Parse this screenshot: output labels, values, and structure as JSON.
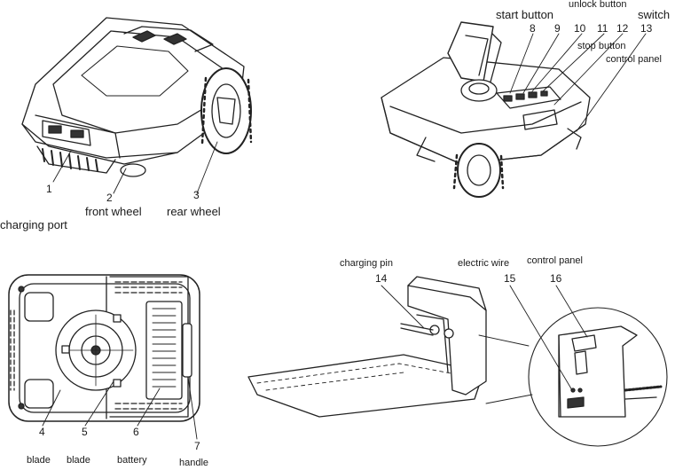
{
  "numbers": [
    "1",
    "2",
    "3",
    "4",
    "5",
    "6",
    "7",
    "8",
    "9",
    "10",
    "11",
    "12",
    "13",
    "14",
    "15",
    "16"
  ],
  "labels": {
    "charging_port": "charging port",
    "front_wheel": "front wheel",
    "rear_wheel": "rear wheel",
    "start_button": "start button",
    "unlock_button": "unlock button",
    "switch": "switch",
    "stop_button": "stop button",
    "control_panel_top": "control panel",
    "blade_4": "blade",
    "blade_5": "blade",
    "battery": "battery",
    "handle": "handle",
    "charging_pin": "charging pin",
    "electric_wire": "electric wire",
    "control_panel_station": "control panel"
  }
}
